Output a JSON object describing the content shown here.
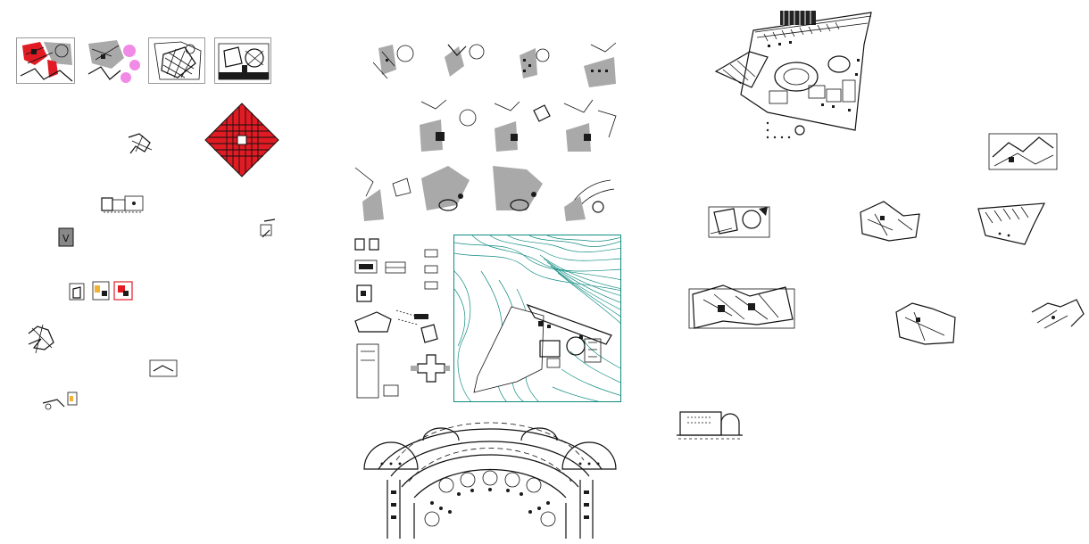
{
  "drawing_set": {
    "background": "#ffffff",
    "colors": {
      "ink": "#111111",
      "hatch_gray": "#a9a9a9",
      "accent_red": "#e01b24",
      "accent_pink": "#f08ae6",
      "contour_teal": "#0f8b82"
    },
    "groups": {
      "left": [
        "concept-strip",
        "red-diamond-grid",
        "small-detail-fragments"
      ],
      "center": [
        "site-massing-studies-grid",
        "plan-details-column",
        "topographic-site-plan",
        "curved-arcade-plan"
      ],
      "right": [
        "large-site-plan",
        "fragment-plans",
        "small-elevation"
      ]
    }
  }
}
